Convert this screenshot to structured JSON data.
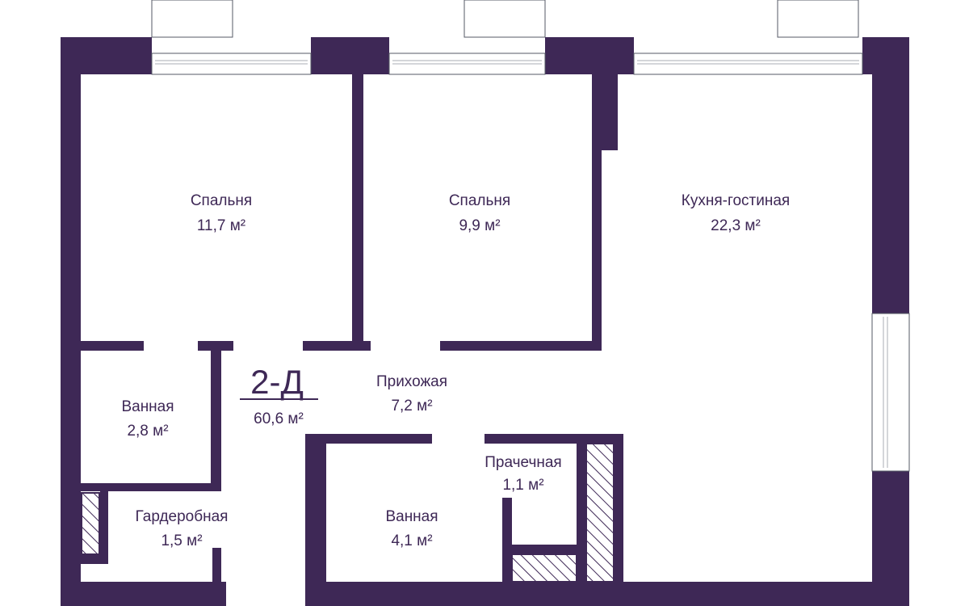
{
  "colors": {
    "wall": "#3e2856",
    "text": "#3e2856",
    "window": "#8c909a"
  },
  "unit": {
    "code": "2-Д",
    "area": "60,6 м²"
  },
  "rooms": {
    "bedroom_1": {
      "name": "Спальня",
      "area": "11,7 м²"
    },
    "bedroom_2": {
      "name": "Спальня",
      "area": "9,9 м²"
    },
    "kitchen": {
      "name": "Кухня-гостиная",
      "area": "22,3 м²"
    },
    "hall": {
      "name": "Прихожая",
      "area": "7,2 м²"
    },
    "bath_small": {
      "name": "Ванная",
      "area": "2,8 м²"
    },
    "wardrobe": {
      "name": "Гардеробная",
      "area": "1,5 м²"
    },
    "bath_large": {
      "name": "Ванная",
      "area": "4,1 м²"
    },
    "laundry": {
      "name": "Прачечная",
      "area": "1,1 м²"
    }
  }
}
